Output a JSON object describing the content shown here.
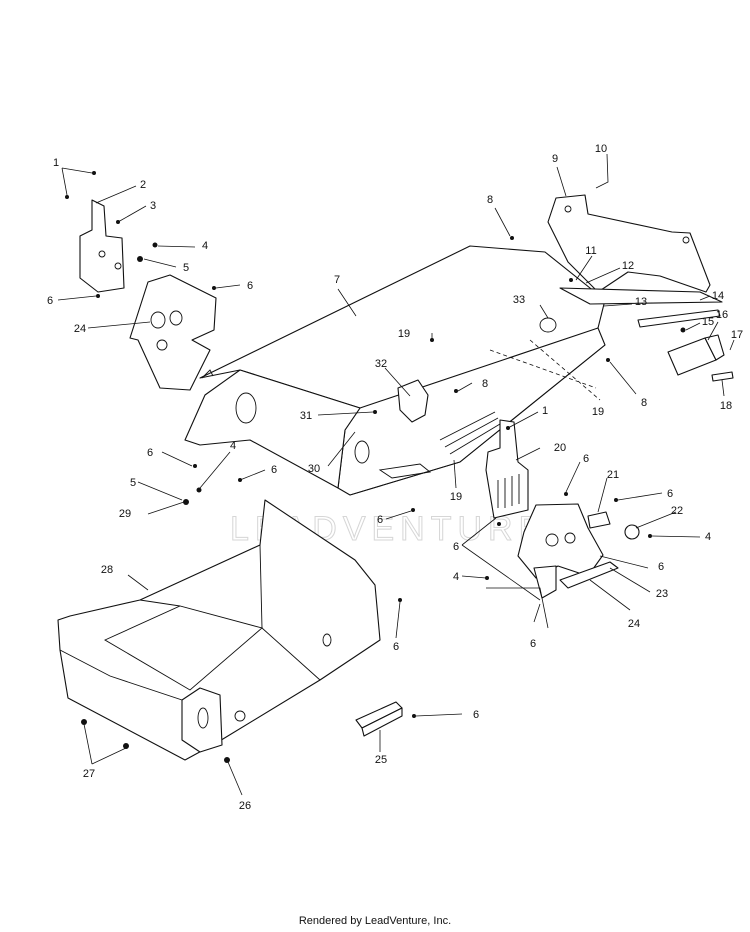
{
  "watermark": "LEADVENTURE",
  "footer": "Rendered by LeadVenture, Inc.",
  "callouts": [
    "1",
    "2",
    "3",
    "4",
    "5",
    "6",
    "6",
    "24",
    "7",
    "8",
    "9",
    "10",
    "11",
    "12",
    "13",
    "14",
    "15",
    "16",
    "17",
    "18",
    "33",
    "19",
    "32",
    "8",
    "19",
    "8",
    "31",
    "30",
    "19",
    "1",
    "20",
    "6",
    "4",
    "5",
    "29",
    "6",
    "6",
    "6",
    "21",
    "6",
    "22",
    "4",
    "6",
    "6",
    "23",
    "24",
    "28",
    "4",
    "6",
    "6",
    "6",
    "25",
    "27",
    "26"
  ]
}
